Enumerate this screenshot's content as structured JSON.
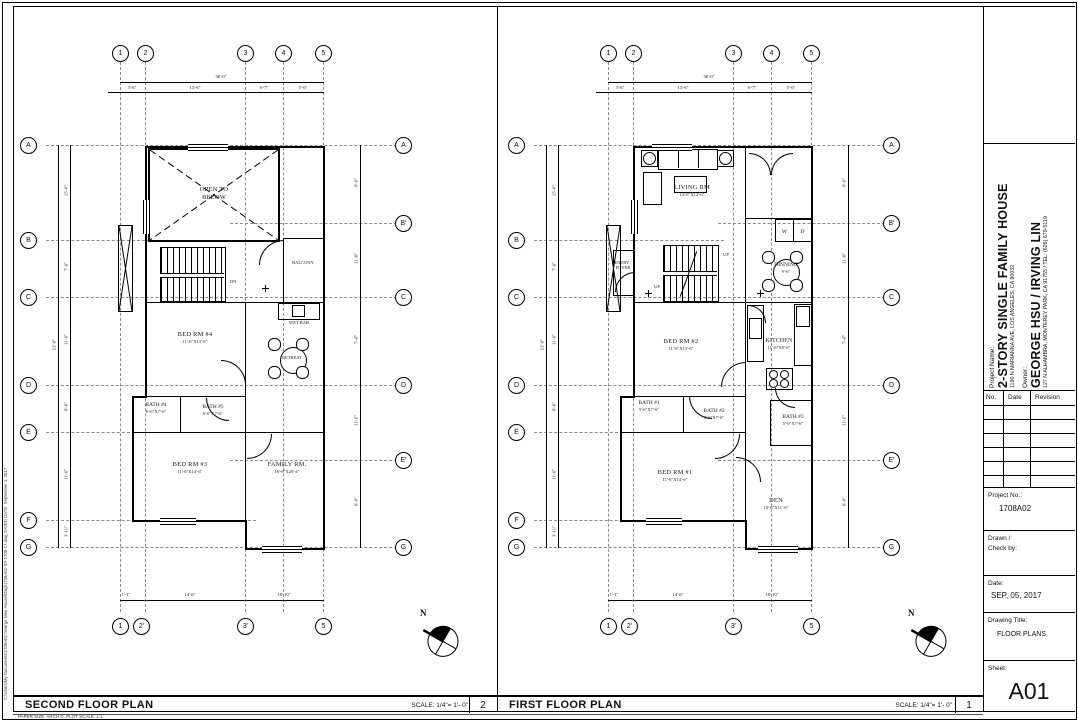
{
  "sheet": {
    "paper_note": "PAPER SIZE: ARCH D.  PLOT SCALE: 1:1",
    "side_path": "C:\\Users\\My Documents\\1708A02 George New House\\Dwg\\1708A02-SP-1708-17.dwg   SAVED DATE: September 1, 2017"
  },
  "grid": {
    "top": [
      "1",
      "2",
      "3",
      "4",
      "5"
    ],
    "bottom": [
      "1",
      "2'",
      "3'",
      "5"
    ],
    "left": [
      "A",
      "B",
      "C",
      "D",
      "E",
      "F",
      "G"
    ],
    "right": [
      "A",
      "B'",
      "C",
      "D",
      "E'",
      "G"
    ],
    "top_overall": "36'-0\"",
    "top_segs": [
      "3'-6\"",
      "13'-6\"",
      "6'-7\"",
      "5'-6\""
    ],
    "left_overall": "52'-0\"",
    "left_segs": [
      "15'-0\"",
      "7'-0\"",
      "11'-6\"",
      "8'-0\"",
      "11'-6\"",
      "3'-11\""
    ],
    "right_segs": [
      "8'-6\"",
      "11'-0\"",
      "7'-0\"",
      "11'-6\"",
      "8'-0\""
    ],
    "bottom_segs": [
      "1'-1\"",
      "14'-6\"",
      "18'-10\""
    ],
    "north": "N"
  },
  "plans": {
    "second": {
      "name": "SECOND FLOOR PLAN",
      "scale": "SCALE: 1/4\"= 1'- 0\"",
      "number": "2",
      "rooms": {
        "open1": "OPEN TO",
        "open2": "BELOW",
        "balcony": "BALCONY",
        "wet_bar": "WET BAR",
        "retreat": "RETREAT",
        "dn": "DN",
        "bed4": {
          "n": "BED RM #4",
          "d": "11'-6\"X13'-6\""
        },
        "bath4": {
          "n": "BATH #4",
          "d": "6'-6\"X7'-6\""
        },
        "bath5": {
          "n": "BATH #5",
          "d": "6'-6\"X7'-6\""
        },
        "bed3": {
          "n": "BED RM #3",
          "d": "11'-6\"X14'-6\""
        },
        "family": {
          "n": "FAMILY RM.",
          "d": "16'-6\"X20'-4\""
        }
      }
    },
    "first": {
      "name": "FIRST FLOOR PLAN",
      "scale": "SCALE: 1/4\"= 1'- 0\"",
      "number": "1",
      "rooms": {
        "living": {
          "n": "LIVING RM",
          "d": "14'-6\"X12'-6\""
        },
        "entry1": "ENTRY /",
        "entry2": "FOYER",
        "up_a": "UP",
        "up_b": "UP",
        "w": "W",
        "d": "D",
        "dinning": {
          "n": "DINNING",
          "d": "9'-6\""
        },
        "bed2": {
          "n": "BED RM #2",
          "d": "11'-6\"X13'-6\""
        },
        "kitchen": {
          "n": "KITCHEN",
          "d": "11'-6\"X8'-6\""
        },
        "bath1": {
          "n": "BATH #1",
          "d": "5'-6\"X7'-6\""
        },
        "bath2": {
          "n": "BATH #2",
          "d": "5'-6\"X7'-6\""
        },
        "bath3": {
          "n": "BATH #3",
          "d": "5'-6\"X7'-6\""
        },
        "bed1": {
          "n": "BED RM #1",
          "d": "11'-6\"X14'-6\""
        },
        "den": {
          "n": "DEN",
          "d": "10'-6\"X11'-6\""
        }
      }
    }
  },
  "title_block": {
    "project_name_label": "Project Name:",
    "project_name": "2-STORY SINGLE FAMILY HOUSE",
    "project_address": "1190 N MARIANNA AVE, LOS ANGELES, CA 90032",
    "owner_label": "Owner:",
    "owner_name": "GEORGE HSU / IRVING LIN",
    "owner_address": "127 N ALHAMBRA, MONTEREY PARK, CA 91755 / TEL: (626) 679-5119",
    "rev_no": "No.",
    "rev_date": "Date",
    "rev_revision": "Revision",
    "project_no_label": "Project No.:",
    "project_no": "1708A02",
    "drawn_label": "Drawn /",
    "check_label": "Check by:",
    "date_label": "Date:",
    "date_value": "SEP, 05, 2017",
    "drawing_title_label": "Drawing Title:",
    "drawing_title": "FLOOR PLANS",
    "sheet_label": "Sheet:",
    "sheet_number": "A01"
  }
}
